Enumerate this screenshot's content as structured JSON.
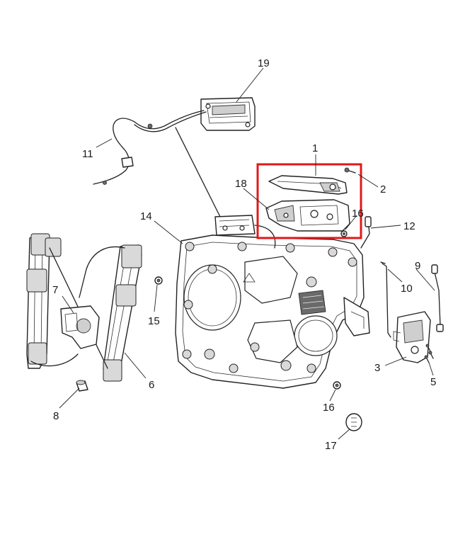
{
  "callouts": [
    {
      "id": "1",
      "label": "1"
    },
    {
      "id": "2",
      "label": "2"
    },
    {
      "id": "3",
      "label": "3"
    },
    {
      "id": "5",
      "label": "5"
    },
    {
      "id": "6",
      "label": "6"
    },
    {
      "id": "7",
      "label": "7"
    },
    {
      "id": "8",
      "label": "8"
    },
    {
      "id": "9",
      "label": "9"
    },
    {
      "id": "10",
      "label": "10"
    },
    {
      "id": "11",
      "label": "11"
    },
    {
      "id": "12",
      "label": "12"
    },
    {
      "id": "14",
      "label": "14"
    },
    {
      "id": "15",
      "label": "15"
    },
    {
      "id": "16a",
      "label": "16"
    },
    {
      "id": "16b",
      "label": "16"
    },
    {
      "id": "17",
      "label": "17"
    },
    {
      "id": "18",
      "label": "18"
    },
    {
      "id": "19",
      "label": "19"
    }
  ],
  "highlight": {
    "color": "#e0181b"
  }
}
